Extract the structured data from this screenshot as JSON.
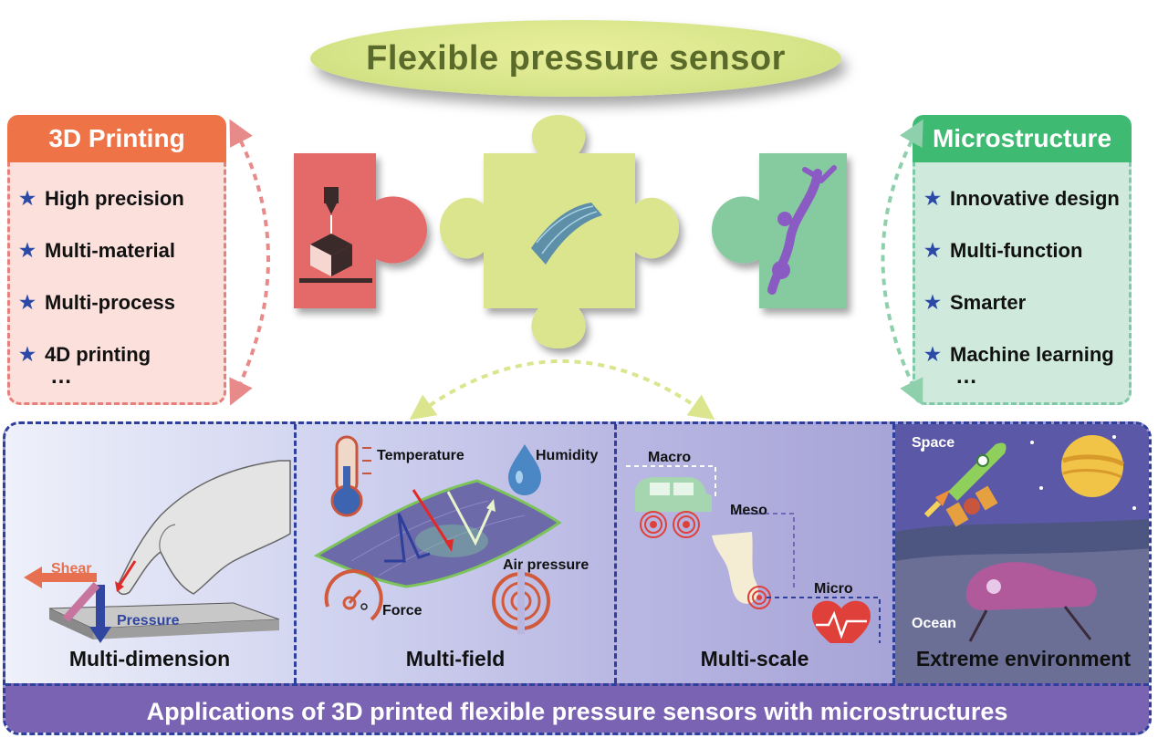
{
  "title": "Flexible pressure sensor",
  "left_box": {
    "header": "3D Printing",
    "items": [
      "High precision",
      "Multi-material",
      "Multi-process",
      "4D printing"
    ],
    "ellipsis": "…",
    "color": "#ee7447"
  },
  "right_box": {
    "header": "Microstructure",
    "items": [
      "Innovative design",
      "Multi-function",
      "Smarter",
      "Machine learning"
    ],
    "ellipsis": "…",
    "color": "#3fba73"
  },
  "star_glyph": "★",
  "panels": {
    "multi_dimension": {
      "label": "Multi-dimension",
      "shear": "Shear",
      "pressure": "Pressure"
    },
    "multi_field": {
      "label": "Multi-field",
      "temperature": "Temperature",
      "humidity": "Humidity",
      "force": "Force",
      "air_pressure": "Air pressure"
    },
    "multi_scale": {
      "label": "Multi-scale",
      "macro": "Macro",
      "meso": "Meso",
      "micro": "Micro"
    },
    "extreme": {
      "label": "Extreme environment",
      "space": "Space",
      "ocean": "Ocean"
    }
  },
  "bottom_bar": "Applications of 3D printed flexible pressure sensors with microstructures",
  "colors": {
    "puzzle_red": "#e46a6a",
    "puzzle_yellow": "#dbe58d",
    "puzzle_green": "#86cba0",
    "frame_blue": "#2e3f9c"
  }
}
